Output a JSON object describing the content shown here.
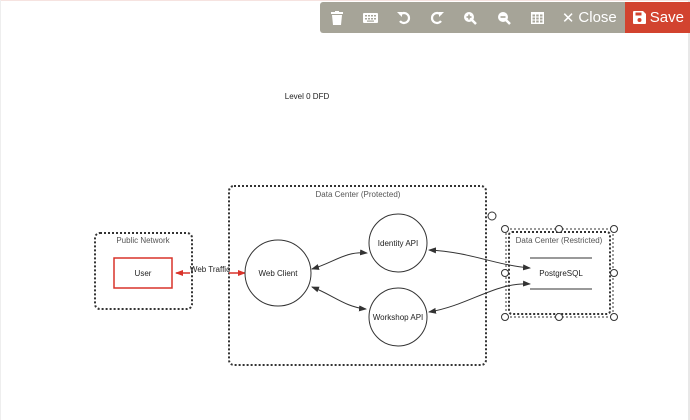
{
  "toolbar": {
    "buttons": [
      {
        "icon": "trash-icon",
        "label": ""
      },
      {
        "icon": "keyboard-icon",
        "label": ""
      },
      {
        "icon": "undo-icon",
        "label": ""
      },
      {
        "icon": "redo-icon",
        "label": ""
      },
      {
        "icon": "zoom-in-icon",
        "label": ""
      },
      {
        "icon": "zoom-out-icon",
        "label": ""
      },
      {
        "icon": "grid-icon",
        "label": ""
      }
    ],
    "close_label": "Close",
    "save_label": "Save",
    "colors": {
      "bar": "#a6a498",
      "save": "#d2432f"
    }
  },
  "diagram": {
    "title": "Level 0 DFD",
    "boundaries": {
      "public": "Public Network",
      "protected": "Data Center (Protected)",
      "restricted": "Data Center (Restricted)"
    },
    "actors": {
      "user": "User"
    },
    "processes": {
      "web_client": "Web Client",
      "identity_api": "Identity API",
      "workshop_api": "Workshop API"
    },
    "stores": {
      "postgres": "PostgreSQL"
    },
    "flows": {
      "web_traffic": "Web Traffic"
    },
    "colors": {
      "actor": "#d9332a",
      "flow_highlight": "#d9332a",
      "line": "#333333"
    }
  }
}
